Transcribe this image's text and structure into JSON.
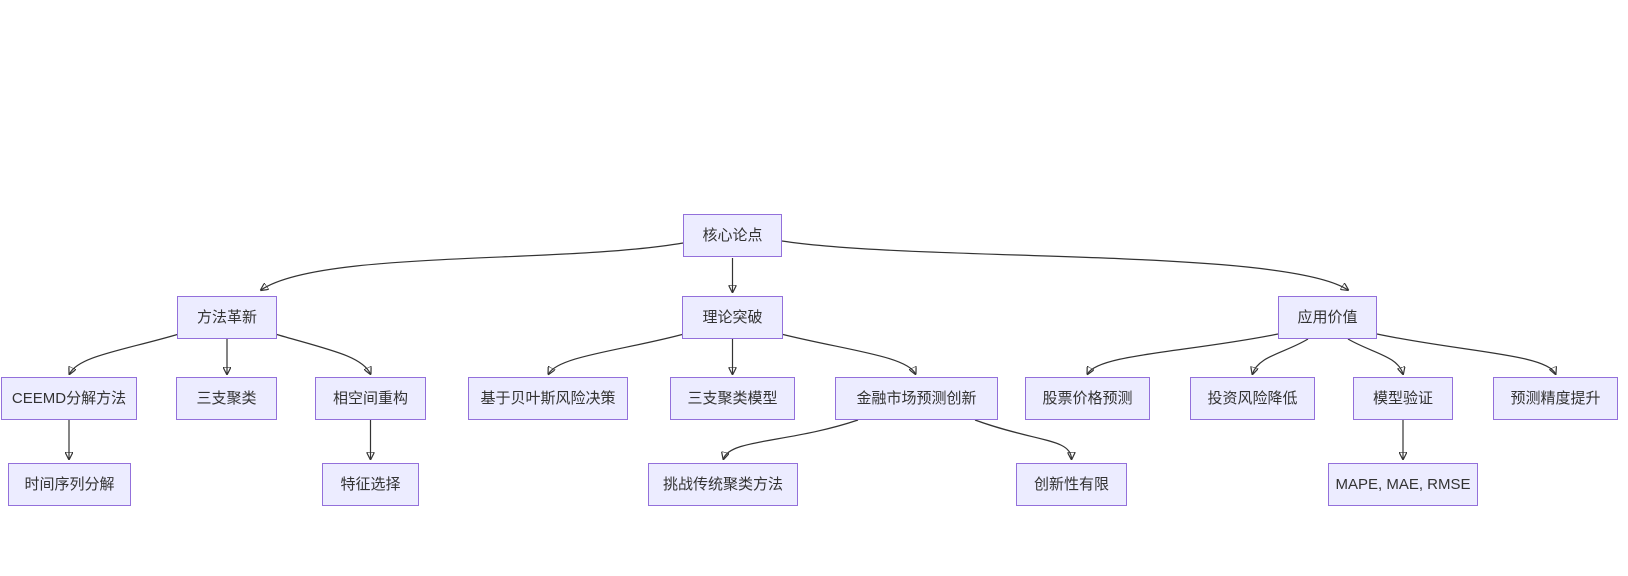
{
  "diagram": {
    "type": "flowchart-top-down",
    "colors": {
      "node_fill": "#ECECFF",
      "node_border": "#9370DB",
      "edge": "#333333",
      "text": "#333333",
      "background": "#FFFFFF"
    },
    "nodes": {
      "root": {
        "label": "核心论点"
      },
      "method_innovation": {
        "label": "方法革新"
      },
      "theory_breakthrough": {
        "label": "理论突破"
      },
      "application_value": {
        "label": "应用价值"
      },
      "ceemd": {
        "label": "CEEMD分解方法"
      },
      "three_way_clustering": {
        "label": "三支聚类"
      },
      "phase_space": {
        "label": "相空间重构"
      },
      "bayes_risk": {
        "label": "基于贝叶斯风险决策"
      },
      "three_way_model": {
        "label": "三支聚类模型"
      },
      "finance_innovation": {
        "label": "金融市场预测创新"
      },
      "stock_prediction": {
        "label": "股票价格预测"
      },
      "investment_risk": {
        "label": "投资风险降低"
      },
      "model_validation": {
        "label": "模型验证"
      },
      "prediction_precision": {
        "label": "预测精度提升"
      },
      "time_series": {
        "label": "时间序列分解"
      },
      "feature_selection": {
        "label": "特征选择"
      },
      "challenge_clustering": {
        "label": "挑战传统聚类方法"
      },
      "limited_innovation": {
        "label": "创新性有限"
      },
      "metrics": {
        "label": "MAPE, MAE, RMSE"
      }
    },
    "edges": [
      {
        "from": "root",
        "to": "method_innovation"
      },
      {
        "from": "root",
        "to": "theory_breakthrough"
      },
      {
        "from": "root",
        "to": "application_value"
      },
      {
        "from": "method_innovation",
        "to": "ceemd"
      },
      {
        "from": "method_innovation",
        "to": "three_way_clustering"
      },
      {
        "from": "method_innovation",
        "to": "phase_space"
      },
      {
        "from": "ceemd",
        "to": "time_series"
      },
      {
        "from": "phase_space",
        "to": "feature_selection"
      },
      {
        "from": "theory_breakthrough",
        "to": "bayes_risk"
      },
      {
        "from": "theory_breakthrough",
        "to": "three_way_model"
      },
      {
        "from": "theory_breakthrough",
        "to": "finance_innovation"
      },
      {
        "from": "finance_innovation",
        "to": "challenge_clustering"
      },
      {
        "from": "finance_innovation",
        "to": "limited_innovation"
      },
      {
        "from": "application_value",
        "to": "stock_prediction"
      },
      {
        "from": "application_value",
        "to": "investment_risk"
      },
      {
        "from": "application_value",
        "to": "model_validation"
      },
      {
        "from": "application_value",
        "to": "prediction_precision"
      },
      {
        "from": "model_validation",
        "to": "metrics"
      }
    ]
  }
}
